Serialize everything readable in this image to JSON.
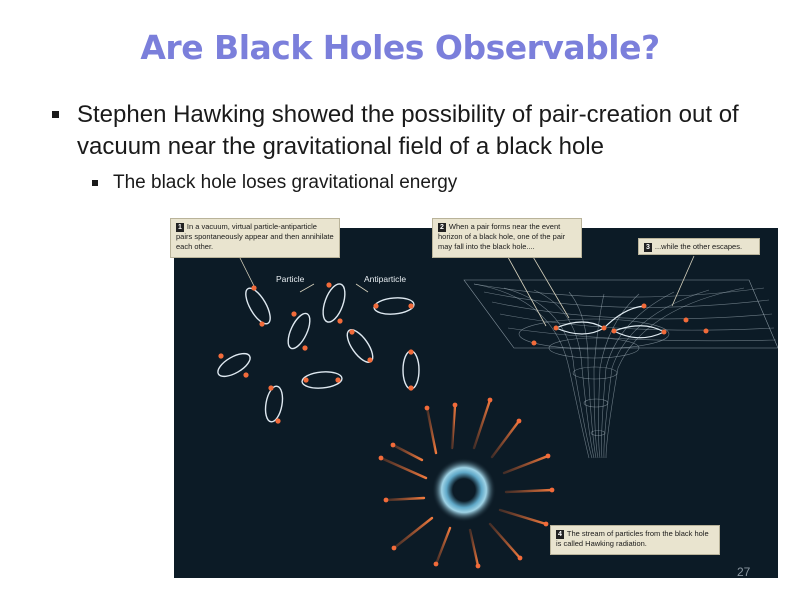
{
  "slide": {
    "title": "Are Black Holes Observable?",
    "bullet_main": "Stephen Hawking showed the possibility of pair-creation out of vacuum near the gravitational field of a black hole",
    "bullet_sub": "The black hole loses gravitational energy",
    "page_number": "27"
  },
  "figure": {
    "callouts": [
      {
        "num": "1",
        "text": "In a vacuum, virtual particle-antiparticle pairs spontaneously appear and then annihilate each other."
      },
      {
        "num": "2",
        "text": "When a pair forms near the event horizon of a black hole, one of the pair may fall into the black hole...."
      },
      {
        "num": "3",
        "text": "...while the other escapes."
      },
      {
        "num": "4",
        "text": "The stream of particles from the black hole is called Hawking radiation."
      }
    ],
    "label_particle": "Particle",
    "label_antiparticle": "Antiparticle"
  },
  "colors": {
    "title": "#7b7fdb",
    "figure_bg": "#0c1b26",
    "particle": "#f26b3a",
    "callout_bg": "#e9e4cf"
  }
}
